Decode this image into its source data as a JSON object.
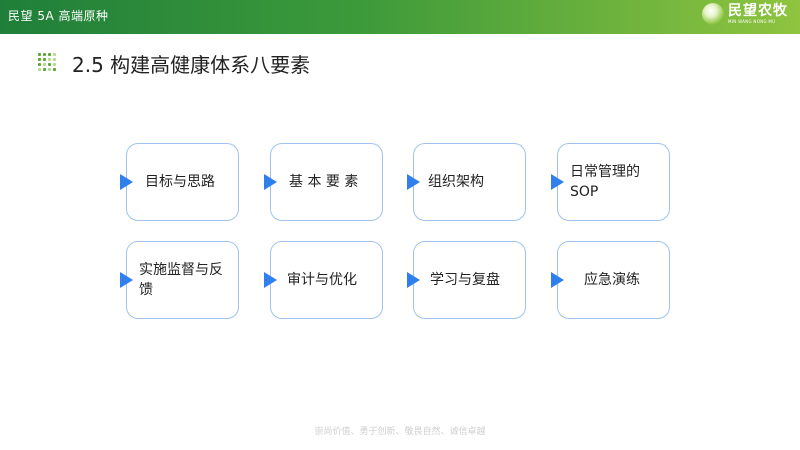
{
  "header": {
    "title": "民望 5A 高端原种"
  },
  "logo": {
    "name_cn": "民望农牧",
    "name_en": "MIN WANG NONG MU"
  },
  "slide": {
    "title": "2.5 构建高健康体系八要素"
  },
  "cards": [
    {
      "label": "目标与思路"
    },
    {
      "label": "基 本 要 素"
    },
    {
      "label": "组织架构"
    },
    {
      "label": "日常管理的SOP"
    },
    {
      "label": "实施监督与反馈"
    },
    {
      "label": "审计与优化"
    },
    {
      "label": "学习与复盘"
    },
    {
      "label": "应急演练"
    }
  ],
  "footer": {
    "slogan": "崇尚价值、勇于创新、敬畏自然、诚信卓越"
  },
  "colors": {
    "accent_blue": "#2f80ed",
    "card_border": "#9fc3ee",
    "brand_green": "#3d9a3a"
  }
}
